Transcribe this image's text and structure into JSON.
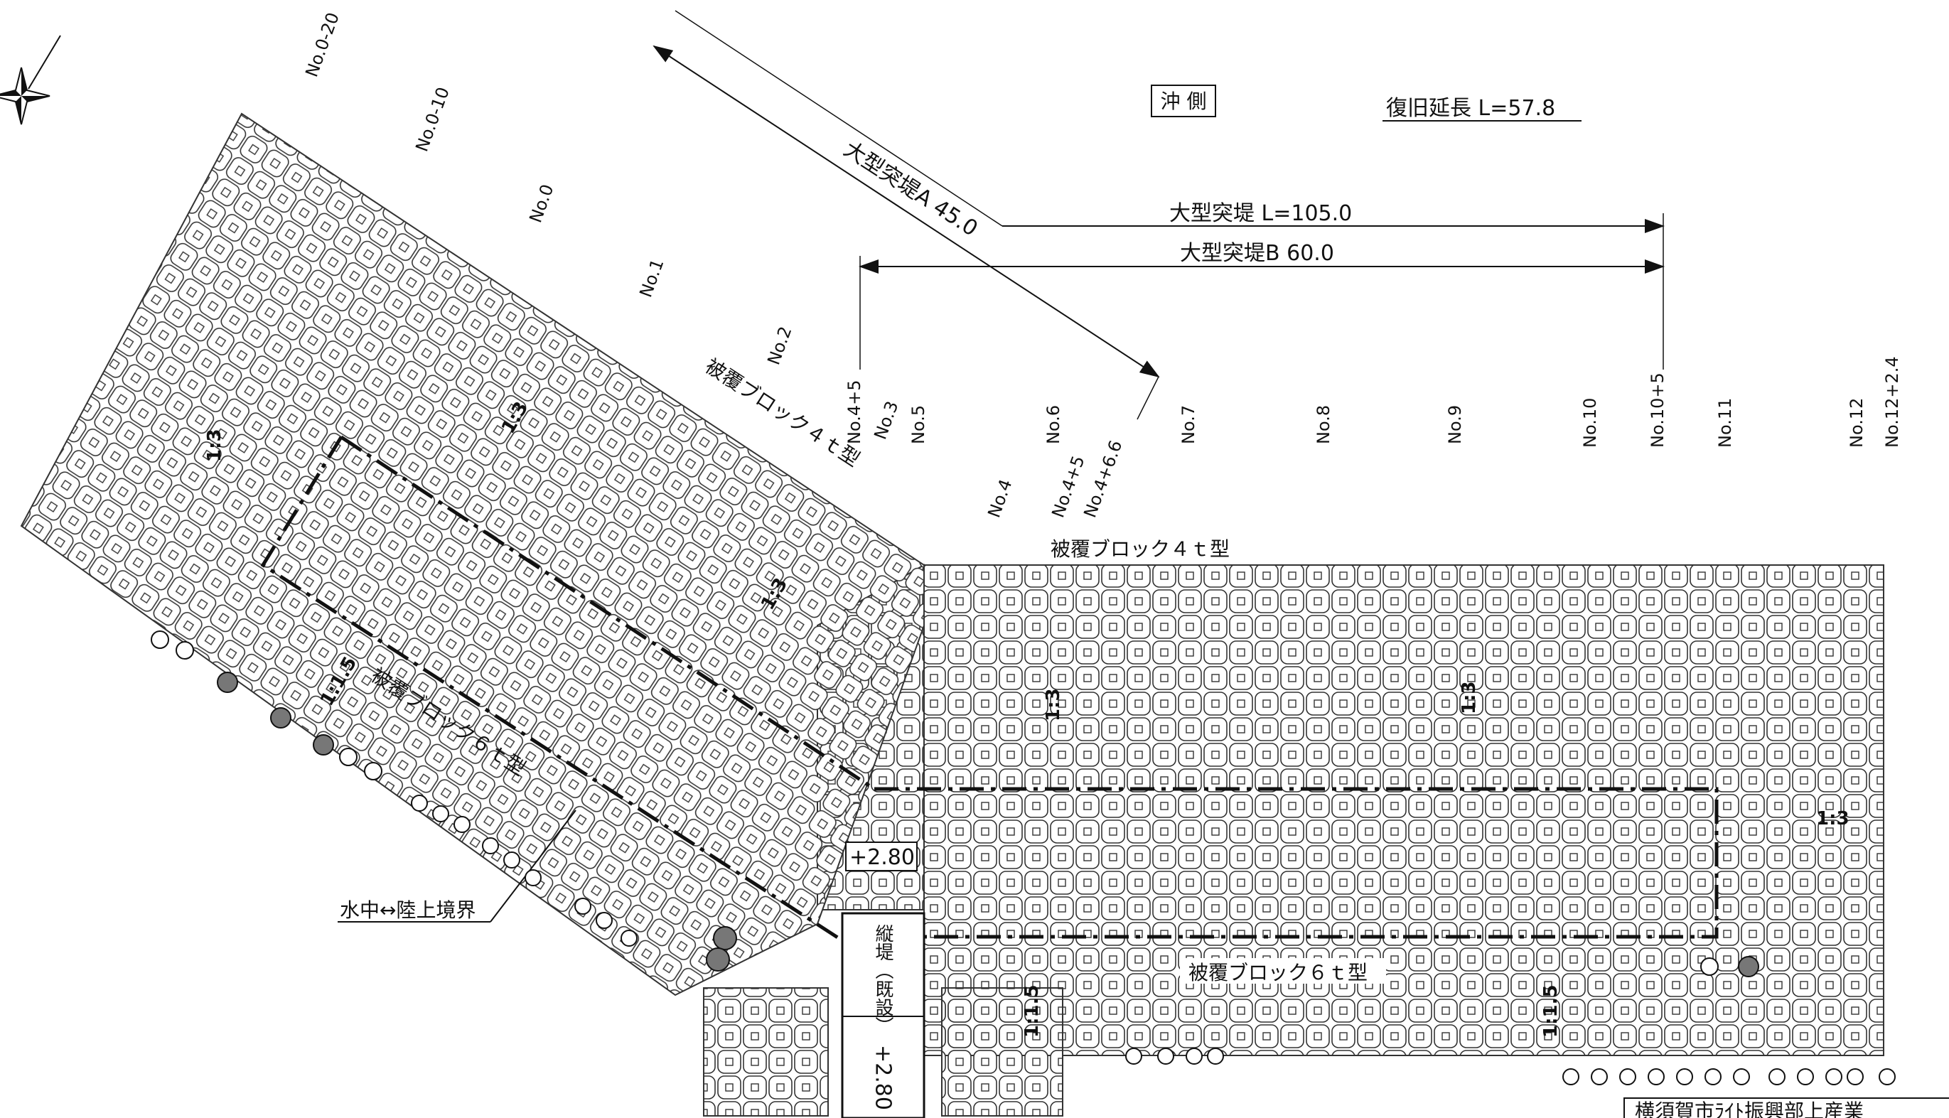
{
  "sea_side_label": "沖 側",
  "restoration_length": "復旧延長 L=57.8",
  "breakwater_total": "大型突堤 L=105.0",
  "breakwater_a": "大型突堤A 45.0",
  "breakwater_b": "大型突堤B 60.0",
  "stations": [
    "No.0-20",
    "No.0-10",
    "No.0",
    "No.1",
    "No.2",
    "No.3",
    "No.4+5",
    "No.5",
    "No.6",
    "No.7",
    "No.8",
    "No.9",
    "No.10",
    "No.10+5",
    "No.11",
    "No.12",
    "No.12+2.4",
    "No.4",
    "No.4+5",
    "No.4+6.6"
  ],
  "block_labels": {
    "arm_4t": "被覆ブロック４ｔ型",
    "main_4t": "被覆ブロック４ｔ型",
    "arm_6t": "被覆ブロック６ｔ型",
    "main_6t": "被覆ブロック６ｔ型"
  },
  "slope_labels": [
    "1:3",
    "1:3",
    "1:3",
    "1:3",
    "1:3",
    "1:3",
    "1:1.5",
    "1:1.5",
    "1:1.5"
  ],
  "boundary_label": "水中↔陸上境界",
  "elevation_1": "+2.80",
  "elevation_2": "+2.80",
  "existing_dike": "縦堤（既設）",
  "title_fragment": "横須賀市ﾗｲﾄ振興部上産業"
}
